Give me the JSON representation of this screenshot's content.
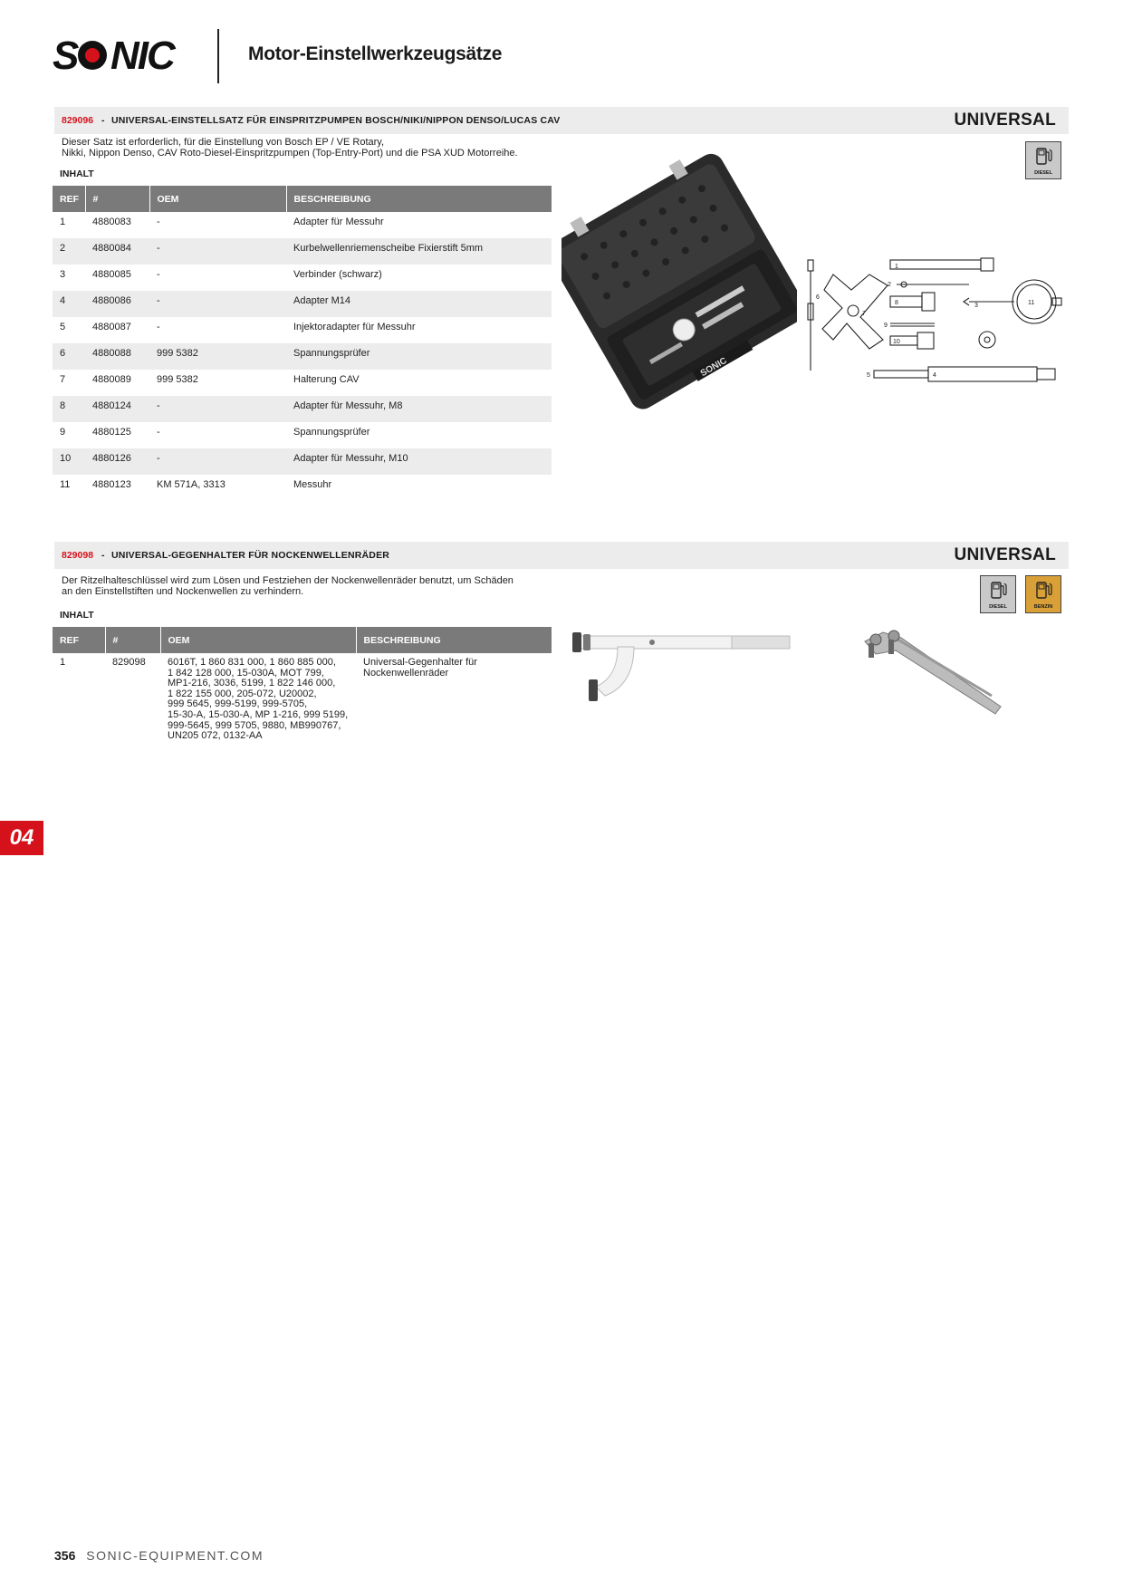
{
  "header": {
    "title": "Motor-Einstellwerkzeugsätze"
  },
  "section1": {
    "code": "829096",
    "sep": " - ",
    "title": "UNIVERSAL-EINSTELLSATZ FÜR EINSPRITZPUMPEN BOSCH/NIKI/NIPPON DENSO/LUCAS CAV",
    "tag": "UNIVERSAL",
    "desc_line1": "Dieser Satz ist erforderlich, für die Einstellung von Bosch EP / VE Rotary,",
    "desc_line2": "Nikki, Nippon Denso, CAV Roto-Diesel-Einspritzpumpen (Top-Entry-Port) und die PSA XUD Motorreihe.",
    "inhalt": "INHALT",
    "headers": [
      "REF",
      "#",
      "OEM",
      "BESCHREIBUNG"
    ],
    "rows": [
      [
        "1",
        "4880083",
        "-",
        "Adapter für Messuhr"
      ],
      [
        "2",
        "4880084",
        "-",
        "Kurbelwellenriemenscheibe Fixierstift 5mm"
      ],
      [
        "3",
        "4880085",
        "-",
        "Verbinder (schwarz)"
      ],
      [
        "4",
        "4880086",
        "-",
        "Adapter M14"
      ],
      [
        "5",
        "4880087",
        "-",
        "Injektoradapter für Messuhr"
      ],
      [
        "6",
        "4880088",
        "999 5382",
        "Spannungsprüfer"
      ],
      [
        "7",
        "4880089",
        "999 5382",
        "Halterung CAV"
      ],
      [
        "8",
        "4880124",
        "-",
        "Adapter für Messuhr, M8"
      ],
      [
        "9",
        "4880125",
        "-",
        "Spannungsprüfer"
      ],
      [
        "10",
        "4880126",
        "-",
        "Adapter für Messuhr, M10"
      ],
      [
        "11",
        "4880123",
        "KM 571A, 3313",
        "Messuhr"
      ]
    ],
    "fuel_label": "DIESEL",
    "case_brand": "SONIC",
    "diagram_labels": [
      "1",
      "2",
      "3",
      "4",
      "5",
      "6",
      "7",
      "8",
      "9",
      "10",
      "11"
    ]
  },
  "section2": {
    "code": "829098",
    "sep": " - ",
    "title": "UNIVERSAL-GEGENHALTER FÜR NOCKENWELLENRÄDER",
    "tag": "UNIVERSAL",
    "desc_line1": "Der Ritzelhalteschlüssel wird zum Lösen und Festziehen der Nockenwellenräder benutzt, um Schäden",
    "desc_line2": "an den Einstellstiften und Nockenwellen zu verhindern.",
    "inhalt": "INHALT",
    "headers": [
      "REF",
      "#",
      "OEM",
      "BESCHREIBUNG"
    ],
    "row": {
      "ref": "1",
      "num": "829098",
      "oem": [
        "6016T, 1 860 831 000, 1 860 885 000,",
        "1 842 128 000, 15-030A, MOT 799,",
        "MP1-216, 3036, 5199, 1 822 146 000,",
        "1 822 155 000, 205-072, U20002,",
        "999 5645, 999-5199, 999-5705,",
        "15-30-A, 15-030-A, MP 1-216, 999 5199,",
        "999-5645, 999 5705, 9880, MB990767,",
        "UN205 072, 0132-AA"
      ],
      "desc": [
        "Universal-Gegenhalter für",
        "Nockenwellenräder"
      ]
    },
    "fuel_labels": [
      "DIESEL",
      "BENZIN"
    ],
    "colors": {
      "diesel": "#c9c9c9",
      "benzin": "#d9a038"
    }
  },
  "side_tab": "04",
  "footer": {
    "page": "356",
    "url": "SONIC-EQUIPMENT.COM"
  },
  "colors": {
    "accent": "#d5121b",
    "header_gray": "#7a7a7a",
    "bar_gray": "#ececec"
  }
}
